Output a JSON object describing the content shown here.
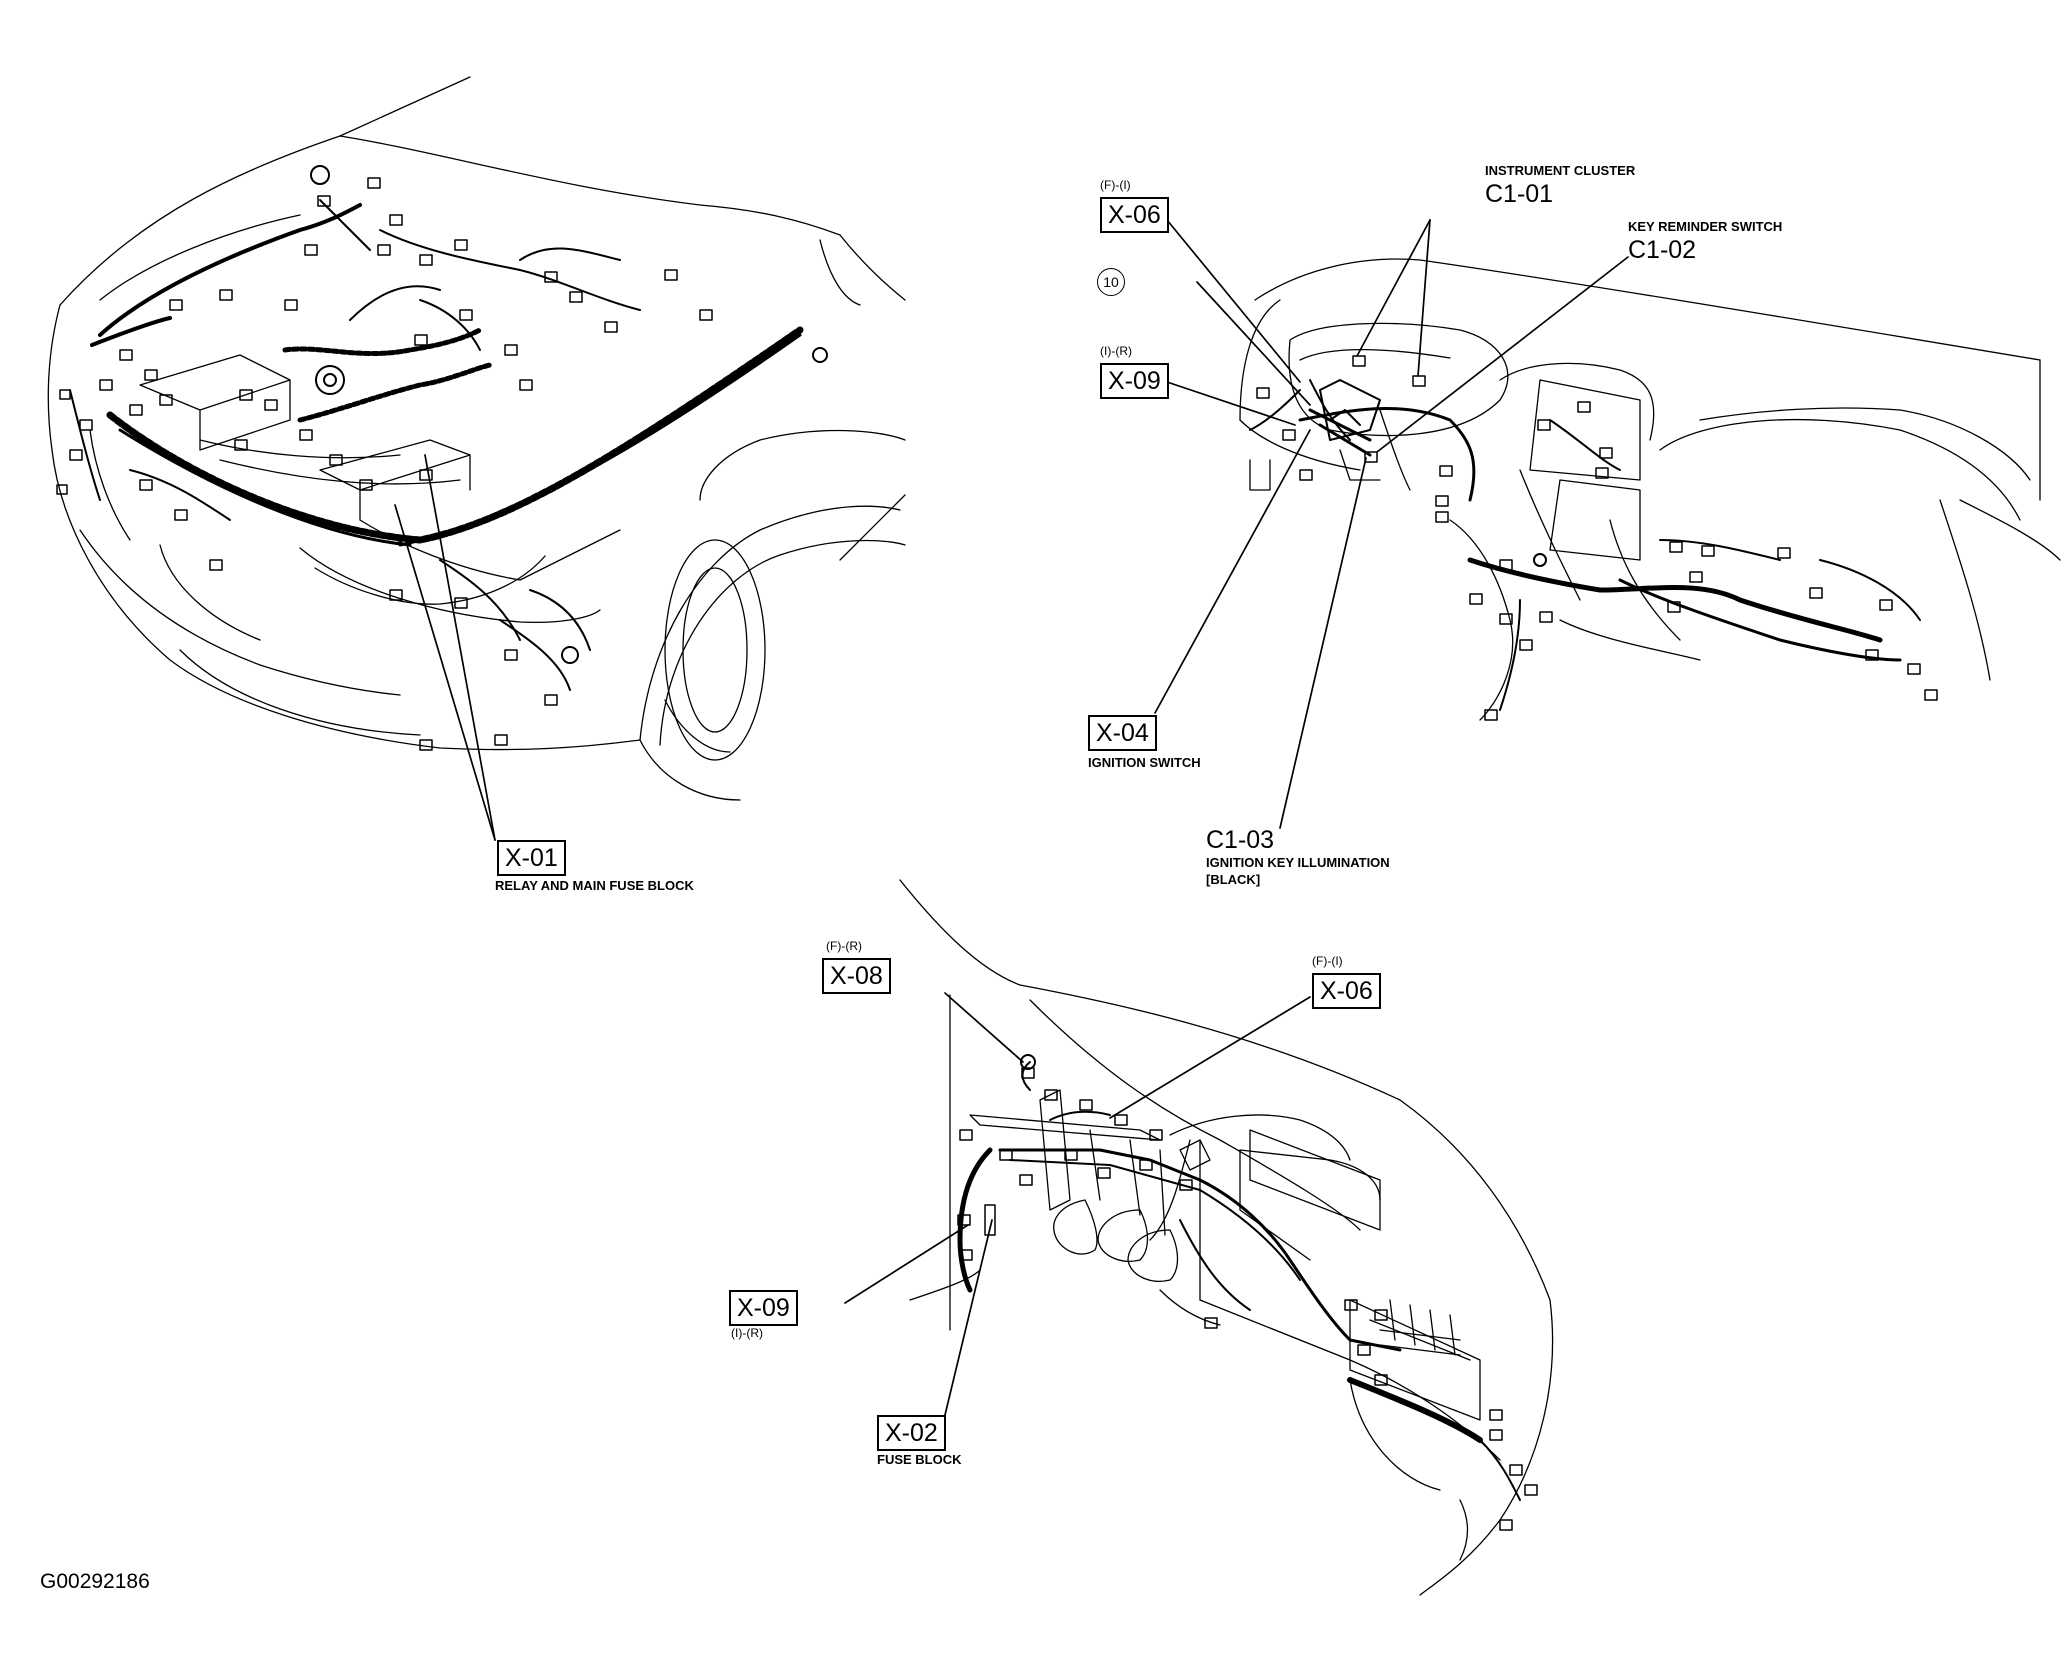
{
  "engine_view": {
    "relay_block": {
      "code": "X-01",
      "caption": "RELAY AND MAIN FUSE BLOCK"
    }
  },
  "dash_view": {
    "instrument_cluster": {
      "title": "INSTRUMENT CLUSTER",
      "code": "C1-01"
    },
    "key_reminder_switch": {
      "title": "KEY REMINDER SWITCH",
      "code": "C1-02"
    },
    "x06": {
      "tag": "(F)-(I)",
      "code": "X-06"
    },
    "ground_point": {
      "number": "10"
    },
    "x09": {
      "tag": "(I)-(R)",
      "code": "X-09"
    },
    "ignition_switch": {
      "code": "X-04",
      "caption": "IGNITION SWITCH"
    },
    "ignition_key_illumination": {
      "code": "C1-03",
      "caption": "IGNITION KEY ILLUMINATION",
      "note": "[BLACK]"
    }
  },
  "interior_view": {
    "x08": {
      "tag": "(F)-(R)",
      "code": "X-08"
    },
    "x06": {
      "tag": "(F)-(I)",
      "code": "X-06"
    },
    "x09": {
      "tag": "(I)-(R)",
      "code": "X-09"
    },
    "fuse_block": {
      "code": "X-02",
      "caption": "FUSE BLOCK"
    }
  },
  "figure_id": "G00292186"
}
